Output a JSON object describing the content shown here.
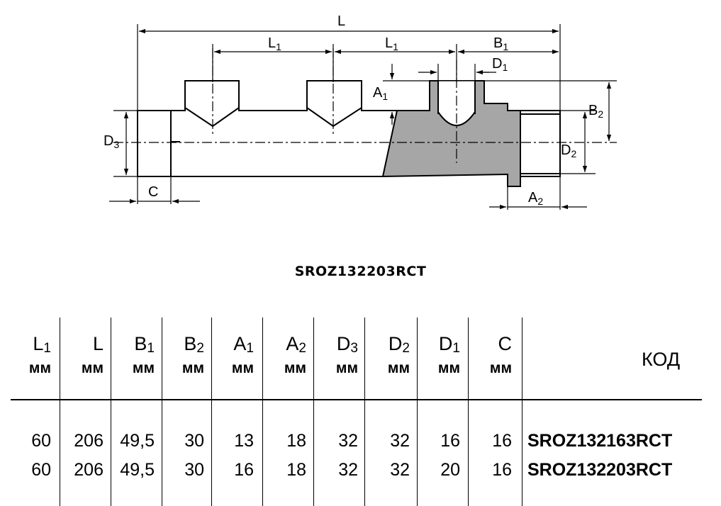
{
  "drawing": {
    "dimensions": {
      "L": {
        "sym": "L",
        "sub": ""
      },
      "L1a": {
        "sym": "L",
        "sub": "1"
      },
      "L1b": {
        "sym": "L",
        "sub": "1"
      },
      "B1": {
        "sym": "B",
        "sub": "1"
      },
      "D1": {
        "sym": "D",
        "sub": "1"
      },
      "A1": {
        "sym": "A",
        "sub": "1"
      },
      "B2": {
        "sym": "B",
        "sub": "2"
      },
      "D2": {
        "sym": "D",
        "sub": "2"
      },
      "D3": {
        "sym": "D",
        "sub": "3"
      },
      "C": {
        "sym": "C",
        "sub": ""
      },
      "A2": {
        "sym": "A",
        "sub": "2"
      }
    }
  },
  "model_title": "SROZ132203RCT",
  "table": {
    "columns": [
      {
        "sym": "L",
        "sub": "1",
        "unit": "мм"
      },
      {
        "sym": "L",
        "sub": "",
        "unit": "мм"
      },
      {
        "sym": "B",
        "sub": "1",
        "unit": "мм"
      },
      {
        "sym": "B",
        "sub": "2",
        "unit": "мм"
      },
      {
        "sym": "A",
        "sub": "1",
        "unit": "мм"
      },
      {
        "sym": "A",
        "sub": "2",
        "unit": "мм"
      },
      {
        "sym": "D",
        "sub": "3",
        "unit": "мм"
      },
      {
        "sym": "D",
        "sub": "2",
        "unit": "мм"
      },
      {
        "sym": "D",
        "sub": "1",
        "unit": "мм"
      },
      {
        "sym": "C",
        "sub": "",
        "unit": "мм"
      }
    ],
    "code_header": "КОД",
    "rows": [
      {
        "values": [
          "60",
          "206",
          "49,5",
          "30",
          "13",
          "18",
          "32",
          "32",
          "16",
          "16"
        ],
        "code": "SROZ132163RCT"
      },
      {
        "values": [
          "60",
          "206",
          "49,5",
          "30",
          "16",
          "18",
          "32",
          "32",
          "20",
          "16"
        ],
        "code": "SROZ132203RCT"
      }
    ]
  }
}
